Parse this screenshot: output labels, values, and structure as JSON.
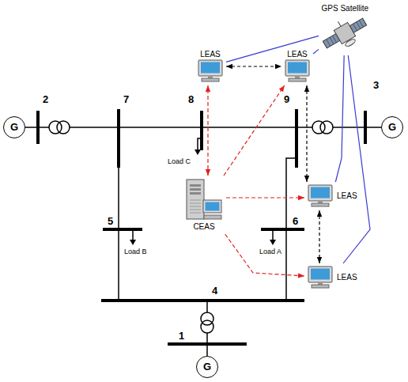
{
  "diagram": {
    "nodes": [
      {
        "text": [
          "GPS Satellite"
        ]
      },
      {
        "text": [
          "LEAS"
        ]
      },
      {
        "text": [
          "LEAS"
        ]
      },
      {
        "text": [
          "G"
        ]
      },
      {
        "text": [
          "G"
        ]
      },
      {
        "text": [
          "CEAS"
        ]
      },
      {
        "text": [
          "LEAS"
        ]
      },
      {
        "text": [
          "LEAS"
        ]
      },
      {
        "text": [
          "G"
        ]
      }
    ],
    "edges": [
      {
        "from": 0,
        "to": 1,
        "arrow": "none"
      },
      {
        "from": 0,
        "to": 2,
        "arrow": "none"
      },
      {
        "from": 0,
        "to": 6,
        "arrow": "none"
      },
      {
        "from": 0,
        "to": 7,
        "arrow": "none"
      },
      {
        "from": 1,
        "to": 2,
        "arrow": "both"
      },
      {
        "from": 2,
        "to": 6,
        "arrow": "both"
      },
      {
        "from": 6,
        "to": 7,
        "arrow": "both"
      },
      {
        "from": 5,
        "to": 1,
        "arrow": "both"
      },
      {
        "from": 5,
        "to": 2,
        "arrow": "to"
      },
      {
        "from": 5,
        "to": 6,
        "arrow": "to"
      },
      {
        "from": 5,
        "to": 7,
        "arrow": "to"
      }
    ],
    "labels": [
      "2",
      "7",
      "8",
      "9",
      "3",
      "5",
      "6",
      "4",
      "1",
      "Load C",
      "Load B",
      "Load A"
    ]
  }
}
